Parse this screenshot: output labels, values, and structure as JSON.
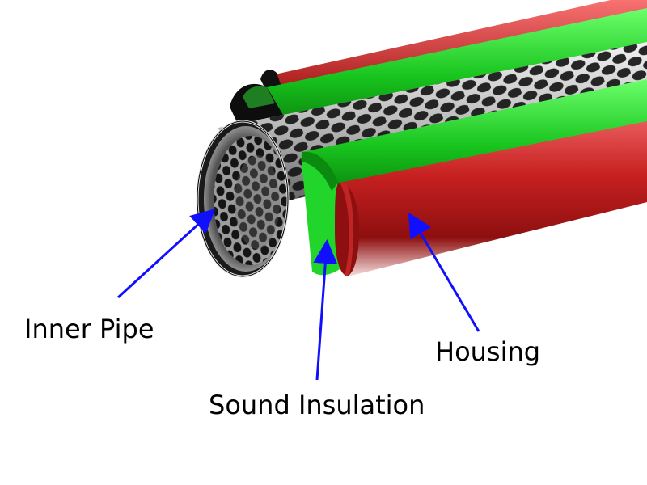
{
  "labels": {
    "inner_pipe": "Inner Pipe",
    "sound_insulation": "Sound Insulation",
    "housing": "Housing"
  },
  "colors": {
    "background": "#ffffff",
    "housing": "#c21f1f",
    "insulation": "#17c21b",
    "inner_pipe": "#9a9a9a",
    "arrow": "#1010ff",
    "text": "#000000"
  }
}
